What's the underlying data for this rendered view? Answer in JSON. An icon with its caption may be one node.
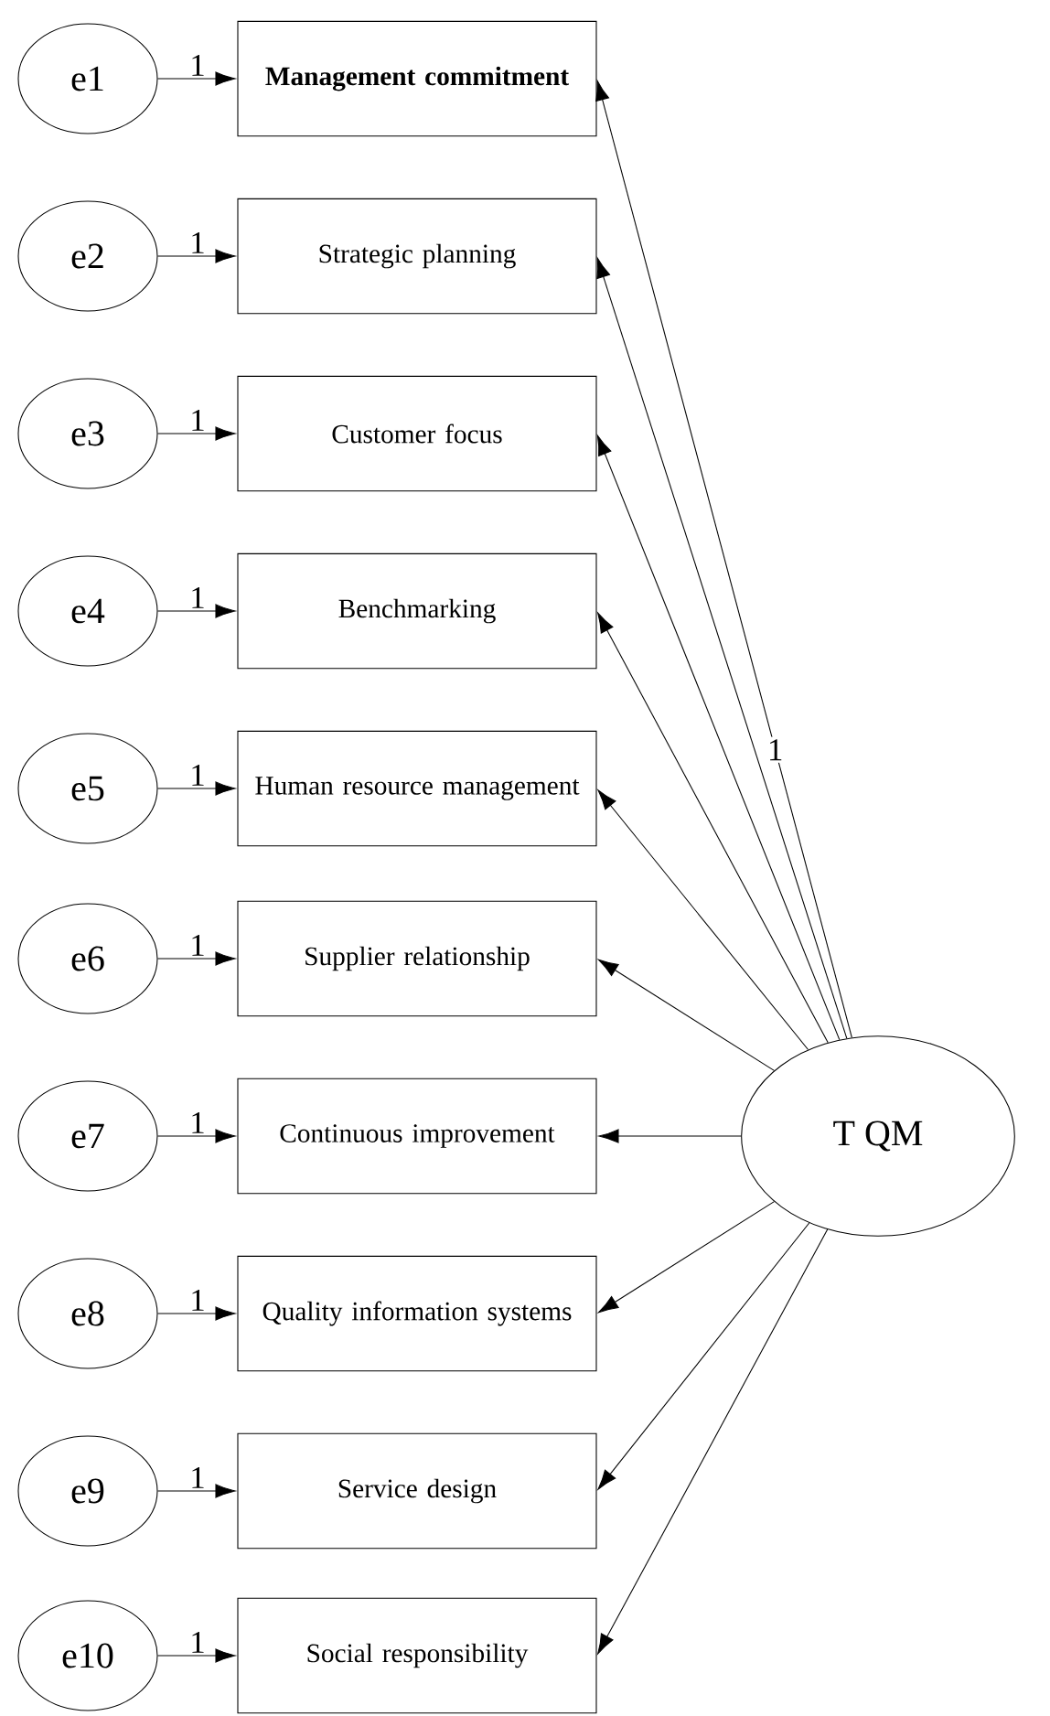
{
  "diagram": {
    "nodes": [
      {
        "text": [
          "e1"
        ]
      },
      {
        "text": [
          "Management commitment"
        ]
      },
      {
        "text": [
          "e2"
        ]
      },
      {
        "text": [
          "Strategic planning"
        ]
      },
      {
        "text": [
          "e3"
        ]
      },
      {
        "text": [
          "Customer focus"
        ]
      },
      {
        "text": [
          "e4"
        ]
      },
      {
        "text": [
          "Benchmarking"
        ]
      },
      {
        "text": [
          "e5"
        ]
      },
      {
        "text": [
          "Human resource management"
        ]
      },
      {
        "text": [
          "e6"
        ]
      },
      {
        "text": [
          "Supplier relationship"
        ]
      },
      {
        "text": [
          "e7"
        ]
      },
      {
        "text": [
          "Continuous improvement"
        ]
      },
      {
        "text": [
          "e8"
        ]
      },
      {
        "text": [
          "Quality information systems"
        ]
      },
      {
        "text": [
          "e9"
        ]
      },
      {
        "text": [
          "Service design"
        ]
      },
      {
        "text": [
          "e10"
        ]
      },
      {
        "text": [
          "Social responsibility"
        ]
      },
      {
        "text": [
          "T QM"
        ]
      }
    ],
    "edges": [
      {
        "from": 0,
        "to": 1,
        "arrow": "to",
        "label": "1"
      },
      {
        "from": 2,
        "to": 3,
        "arrow": "to",
        "label": "1"
      },
      {
        "from": 4,
        "to": 5,
        "arrow": "to",
        "label": "1"
      },
      {
        "from": 6,
        "to": 7,
        "arrow": "to",
        "label": "1"
      },
      {
        "from": 8,
        "to": 9,
        "arrow": "to",
        "label": "1"
      },
      {
        "from": 10,
        "to": 11,
        "arrow": "to",
        "label": "1"
      },
      {
        "from": 12,
        "to": 13,
        "arrow": "to",
        "label": "1"
      },
      {
        "from": 14,
        "to": 15,
        "arrow": "to",
        "label": "1"
      },
      {
        "from": 16,
        "to": 17,
        "arrow": "to",
        "label": "1"
      },
      {
        "from": 18,
        "to": 19,
        "arrow": "to",
        "label": "1"
      },
      {
        "from": 20,
        "to": 1,
        "arrow": "to",
        "label": "1"
      },
      {
        "from": 20,
        "to": 3,
        "arrow": "to"
      },
      {
        "from": 20,
        "to": 5,
        "arrow": "to"
      },
      {
        "from": 20,
        "to": 7,
        "arrow": "to"
      },
      {
        "from": 20,
        "to": 9,
        "arrow": "to"
      },
      {
        "from": 20,
        "to": 11,
        "arrow": "to"
      },
      {
        "from": 20,
        "to": 13,
        "arrow": "to"
      },
      {
        "from": 20,
        "to": 15,
        "arrow": "to"
      },
      {
        "from": 20,
        "to": 17,
        "arrow": "to"
      },
      {
        "from": 20,
        "to": 19,
        "arrow": "to"
      }
    ]
  }
}
